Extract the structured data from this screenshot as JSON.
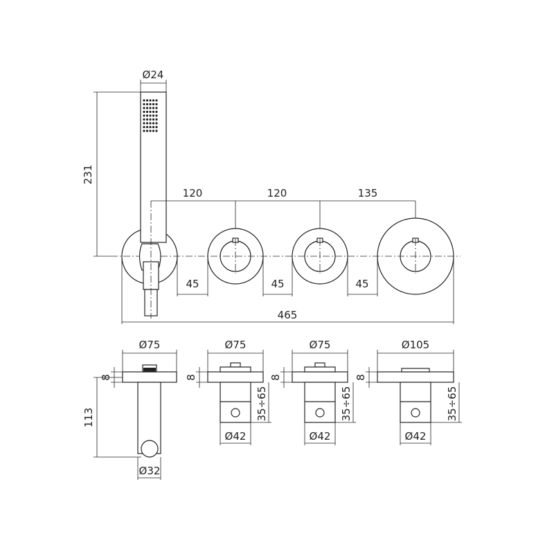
{
  "top_view": {
    "handshower_diameter": "Ø24",
    "handshower_height": "231",
    "spacing": [
      "120",
      "120",
      "135"
    ],
    "gaps": [
      "45",
      "45",
      "45"
    ],
    "total_width": "465"
  },
  "side_views": [
    {
      "plate_diameter": "Ø75",
      "plate_thickness": "8",
      "depth": "113",
      "outlet_diameter": "Ø32"
    },
    {
      "plate_diameter": "Ø75",
      "plate_thickness": "8",
      "body_depth": "35÷65",
      "body_diameter": "Ø42"
    },
    {
      "plate_diameter": "Ø75",
      "plate_thickness": "8",
      "body_depth": "35÷65",
      "body_diameter": "Ø42"
    },
    {
      "plate_diameter": "Ø105",
      "plate_thickness": "8",
      "body_depth": "35÷65",
      "body_diameter": "Ø42"
    }
  ]
}
